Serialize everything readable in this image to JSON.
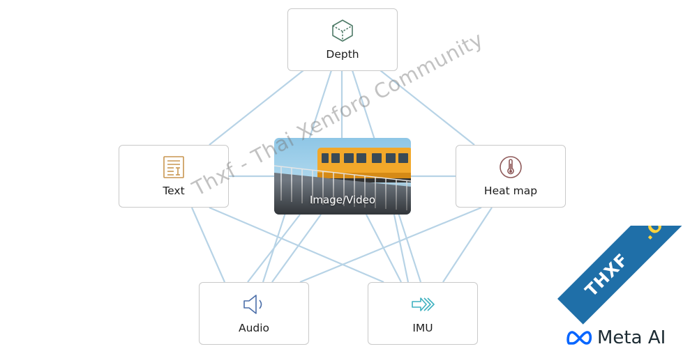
{
  "diagram": {
    "center": {
      "label": "Image/Video"
    },
    "nodes": [
      {
        "id": "depth",
        "label": "Depth",
        "icon": "cube-icon",
        "color": "#4e7a67"
      },
      {
        "id": "text",
        "label": "Text",
        "icon": "text-document-icon",
        "color": "#c89650"
      },
      {
        "id": "heat",
        "label": "Heat map",
        "icon": "thermometer-icon",
        "color": "#8f5a5a"
      },
      {
        "id": "audio",
        "label": "Audio",
        "icon": "speaker-icon",
        "color": "#4b6ea8"
      },
      {
        "id": "imu",
        "label": "IMU",
        "icon": "arrows-right-icon",
        "color": "#3fb1c0"
      }
    ],
    "edge_color": "#b7d3e6"
  },
  "watermark": {
    "text": "Thxf - Thai Xenforo Community"
  },
  "branding": {
    "logo_text": "Meta AI",
    "ribbon_text_main": "THXF",
    "ribbon_text_accent": ".ORG"
  }
}
